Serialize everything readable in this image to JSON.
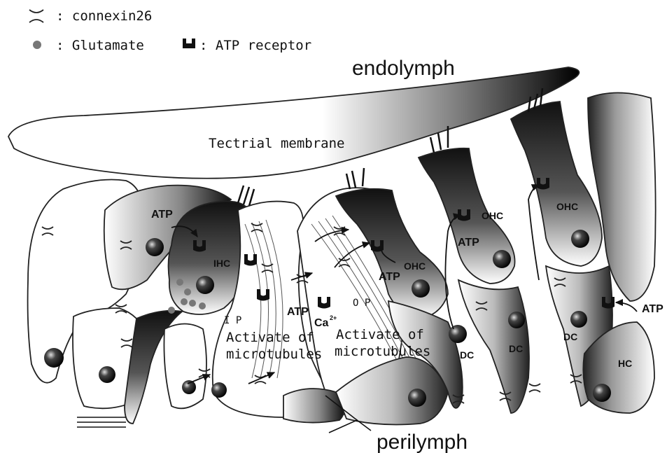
{
  "legend": {
    "connexin_label": ": connexin26",
    "glutamate_label": ": Glutamate",
    "atp_receptor_label": ": ATP receptor"
  },
  "regions": {
    "endolymph": "endolymph",
    "perilymph": "perilymph",
    "tectorial_membrane": "Tectrial membrane"
  },
  "cells": {
    "ihc": "IHC",
    "ohc": "OHC",
    "dc": "DC",
    "hc": "HC",
    "ip": "I P",
    "op": "O P"
  },
  "labels": {
    "atp": "ATP",
    "ca": "Ca",
    "ca_sup": "2+",
    "activate_1": "Activate of",
    "activate_2": "microtubules"
  }
}
